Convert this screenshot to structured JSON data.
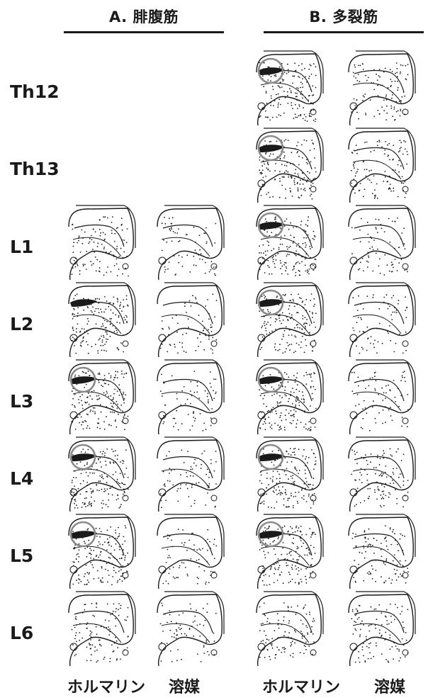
{
  "figure": {
    "panel_a": {
      "title": "A. 腓腹筋",
      "columns": [
        "ホルマリン",
        "溶媒"
      ]
    },
    "panel_b": {
      "title": "B. 多裂筋",
      "columns": [
        "ホルマリン",
        "溶媒"
      ]
    },
    "rows": [
      {
        "label": "Th12",
        "panel_a": false,
        "panel_b": true,
        "density": [
          0,
          0,
          3,
          2
        ],
        "marked": [
          false,
          false,
          true,
          false
        ]
      },
      {
        "label": "Th13",
        "panel_a": false,
        "panel_b": true,
        "density": [
          0,
          0,
          3,
          2
        ],
        "marked": [
          false,
          false,
          true,
          false
        ]
      },
      {
        "label": "L1",
        "panel_a": true,
        "panel_b": true,
        "density": [
          2,
          1,
          3,
          1
        ],
        "marked": [
          false,
          false,
          true,
          false
        ]
      },
      {
        "label": "L2",
        "panel_a": true,
        "panel_b": true,
        "density": [
          3,
          1,
          3,
          1
        ],
        "marked": [
          false,
          false,
          true,
          false
        ]
      },
      {
        "label": "L3",
        "panel_a": true,
        "panel_b": true,
        "density": [
          3,
          1,
          3,
          1
        ],
        "marked": [
          true,
          false,
          true,
          false
        ]
      },
      {
        "label": "L4",
        "panel_a": true,
        "panel_b": true,
        "density": [
          3,
          1,
          3,
          2
        ],
        "marked": [
          true,
          false,
          true,
          false
        ]
      },
      {
        "label": "L5",
        "panel_a": true,
        "panel_b": true,
        "density": [
          3,
          1,
          3,
          2
        ],
        "marked": [
          true,
          false,
          true,
          false
        ]
      },
      {
        "label": "L6",
        "panel_a": true,
        "panel_b": true,
        "density": [
          2,
          1,
          2,
          2
        ],
        "marked": [
          false,
          false,
          false,
          false
        ]
      }
    ],
    "colors": {
      "ink": "#1a1a1a",
      "circle": "#8a8a8a"
    }
  }
}
